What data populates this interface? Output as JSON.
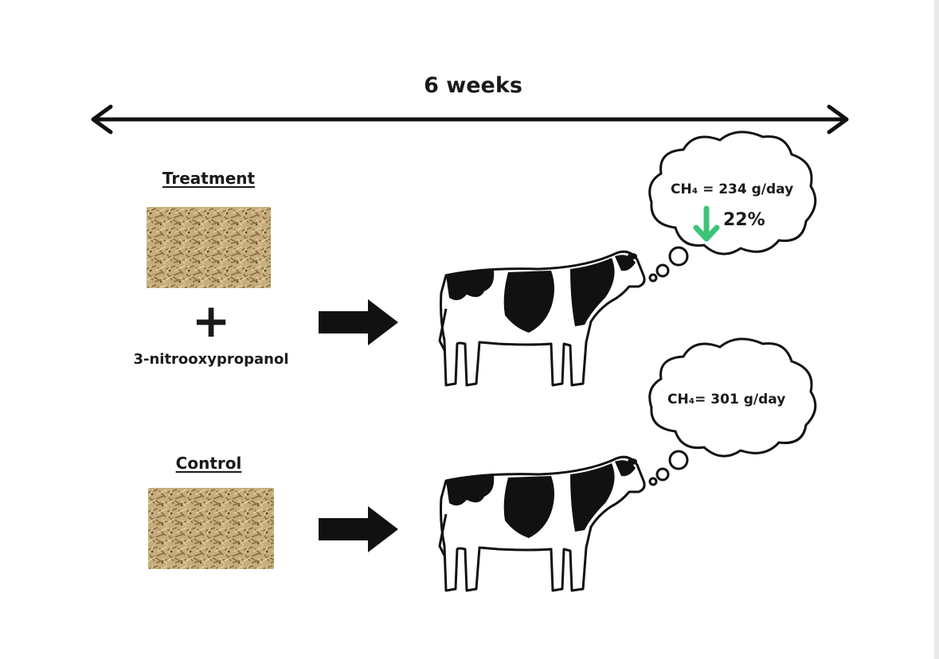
{
  "timeline": {
    "label": "6 weeks"
  },
  "treatment": {
    "label": "Treatment",
    "additive_symbol": "+",
    "additive": "3-nitrooxypropanol",
    "methane_text": "CH₄ = 234 g/day",
    "reduction_text": "22%",
    "reduction_arrow_color": "#3cc47a"
  },
  "control": {
    "label": "Control",
    "methane_text": "CH₄= 301 g/day"
  },
  "icons": [
    "double-arrow-icon",
    "hay-feed-icon",
    "right-arrow-icon",
    "cow-icon",
    "thought-bubble-icon",
    "down-arrow-icon"
  ]
}
